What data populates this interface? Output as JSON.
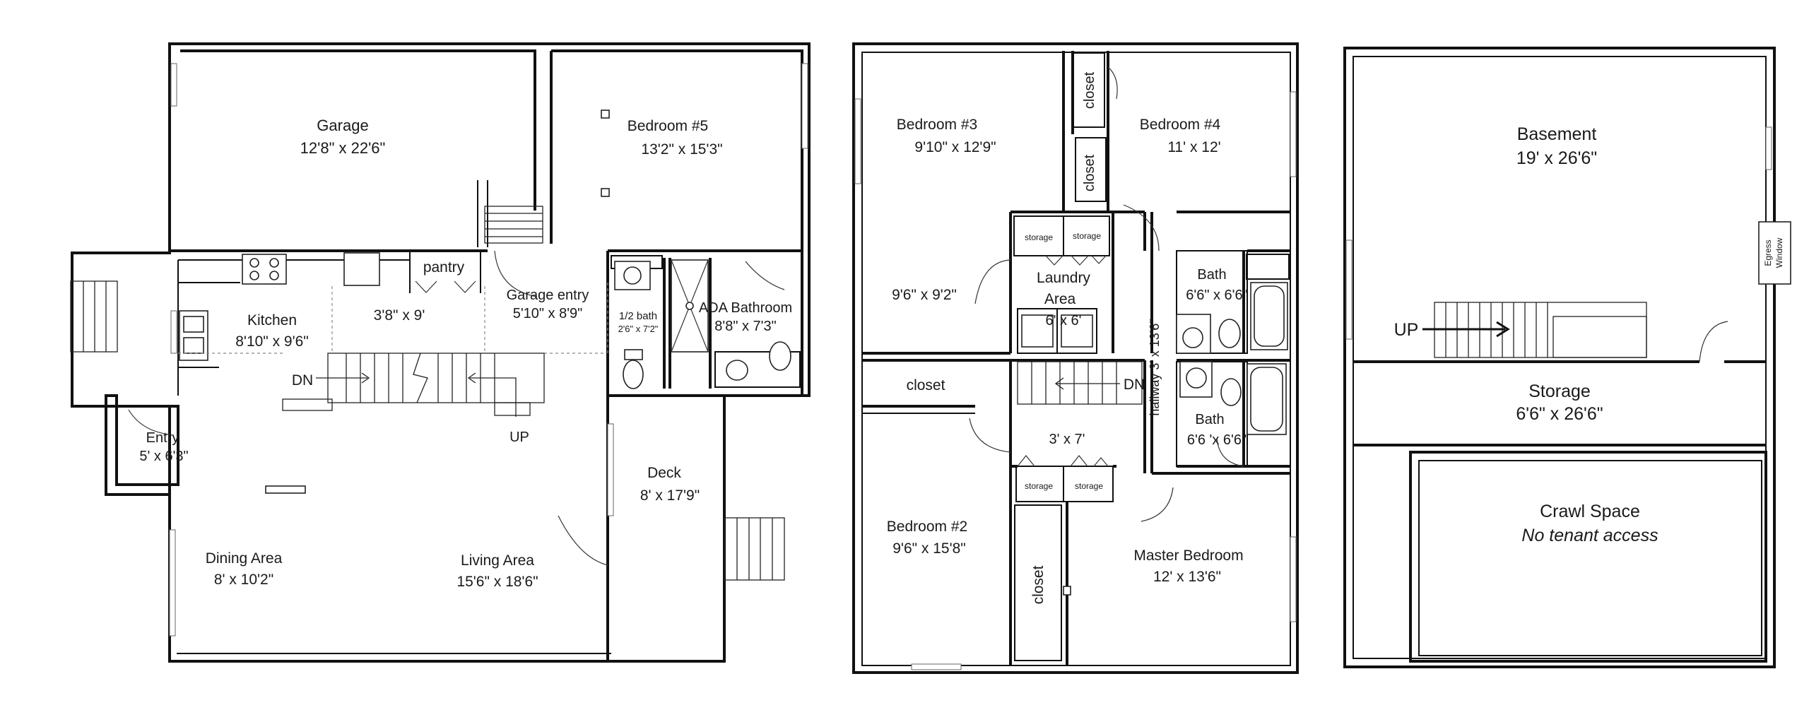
{
  "main_floor": {
    "garage": {
      "name": "Garage",
      "size": "12'8\" x 22'6\""
    },
    "bedroom5": {
      "name": "Bedroom #5",
      "size": "13'2\"  x  15'3\""
    },
    "pantry": {
      "name": "pantry"
    },
    "kitchen": {
      "name": "Kitchen",
      "size": "8'10\" x 9'6\""
    },
    "hall": {
      "size": "3'8\" x 9'"
    },
    "garage_entry": {
      "name": "Garage entry",
      "size": "5'10\" x 8'9\""
    },
    "half_bath": {
      "name": "1/2 bath",
      "size": "2'6\" x 7'2\""
    },
    "ada_bathroom": {
      "name": "ADA Bathroom",
      "size": "8'8\" x 7'3\""
    },
    "stairs": {
      "down": "DN",
      "up": "UP"
    },
    "entry": {
      "name": "Entry",
      "size": "5' x 6'3\""
    },
    "deck": {
      "name": "Deck",
      "size": "8' x 17'9\""
    },
    "dining": {
      "name": "Dining Area",
      "size": "8' x 10'2\""
    },
    "living": {
      "name": "Living Area",
      "size": "15'6\" x 18'6\""
    }
  },
  "upper_floor": {
    "bedroom3": {
      "name": "Bedroom #3",
      "size": "9'10\" x 12'9\""
    },
    "bedroom4": {
      "name": "Bedroom #4",
      "size": "11' x 12'"
    },
    "closet_a": "closet",
    "closet_b": "closet",
    "storage_a": "storage",
    "storage_b": "storage",
    "bedroom3_sub": {
      "size": "9'6\" x 9'2\""
    },
    "laundry": {
      "name": "Laundry",
      "name2": "Area",
      "size": "6' x 6'"
    },
    "bath_upper": {
      "name": "Bath",
      "size": "6'6\" x 6'6\""
    },
    "closet_c": "closet",
    "stairs_down": "DN",
    "hallway": "hallway 3' x 13'6\"",
    "bath_lower": {
      "name": "Bath",
      "size": "6'6 'x 6'6\""
    },
    "landing": {
      "size": "3' x 7'"
    },
    "storage_c": "storage",
    "storage_d": "storage",
    "bedroom2": {
      "name": "Bedroom #2",
      "size": "9'6\" x 15'8\""
    },
    "closet_d": "closet",
    "master": {
      "name": "Master Bedroom",
      "size": "12' x 13'6\""
    }
  },
  "basement_floor": {
    "basement": {
      "name": "Basement",
      "size": "19' x 26'6\""
    },
    "egress": {
      "line1": "Egress",
      "line2": "Window"
    },
    "stairs_up": "UP",
    "storage": {
      "name": "Storage",
      "size": "6'6\" x 26'6\""
    },
    "crawl": {
      "name": "Crawl Space",
      "note": "No tenant access"
    }
  }
}
